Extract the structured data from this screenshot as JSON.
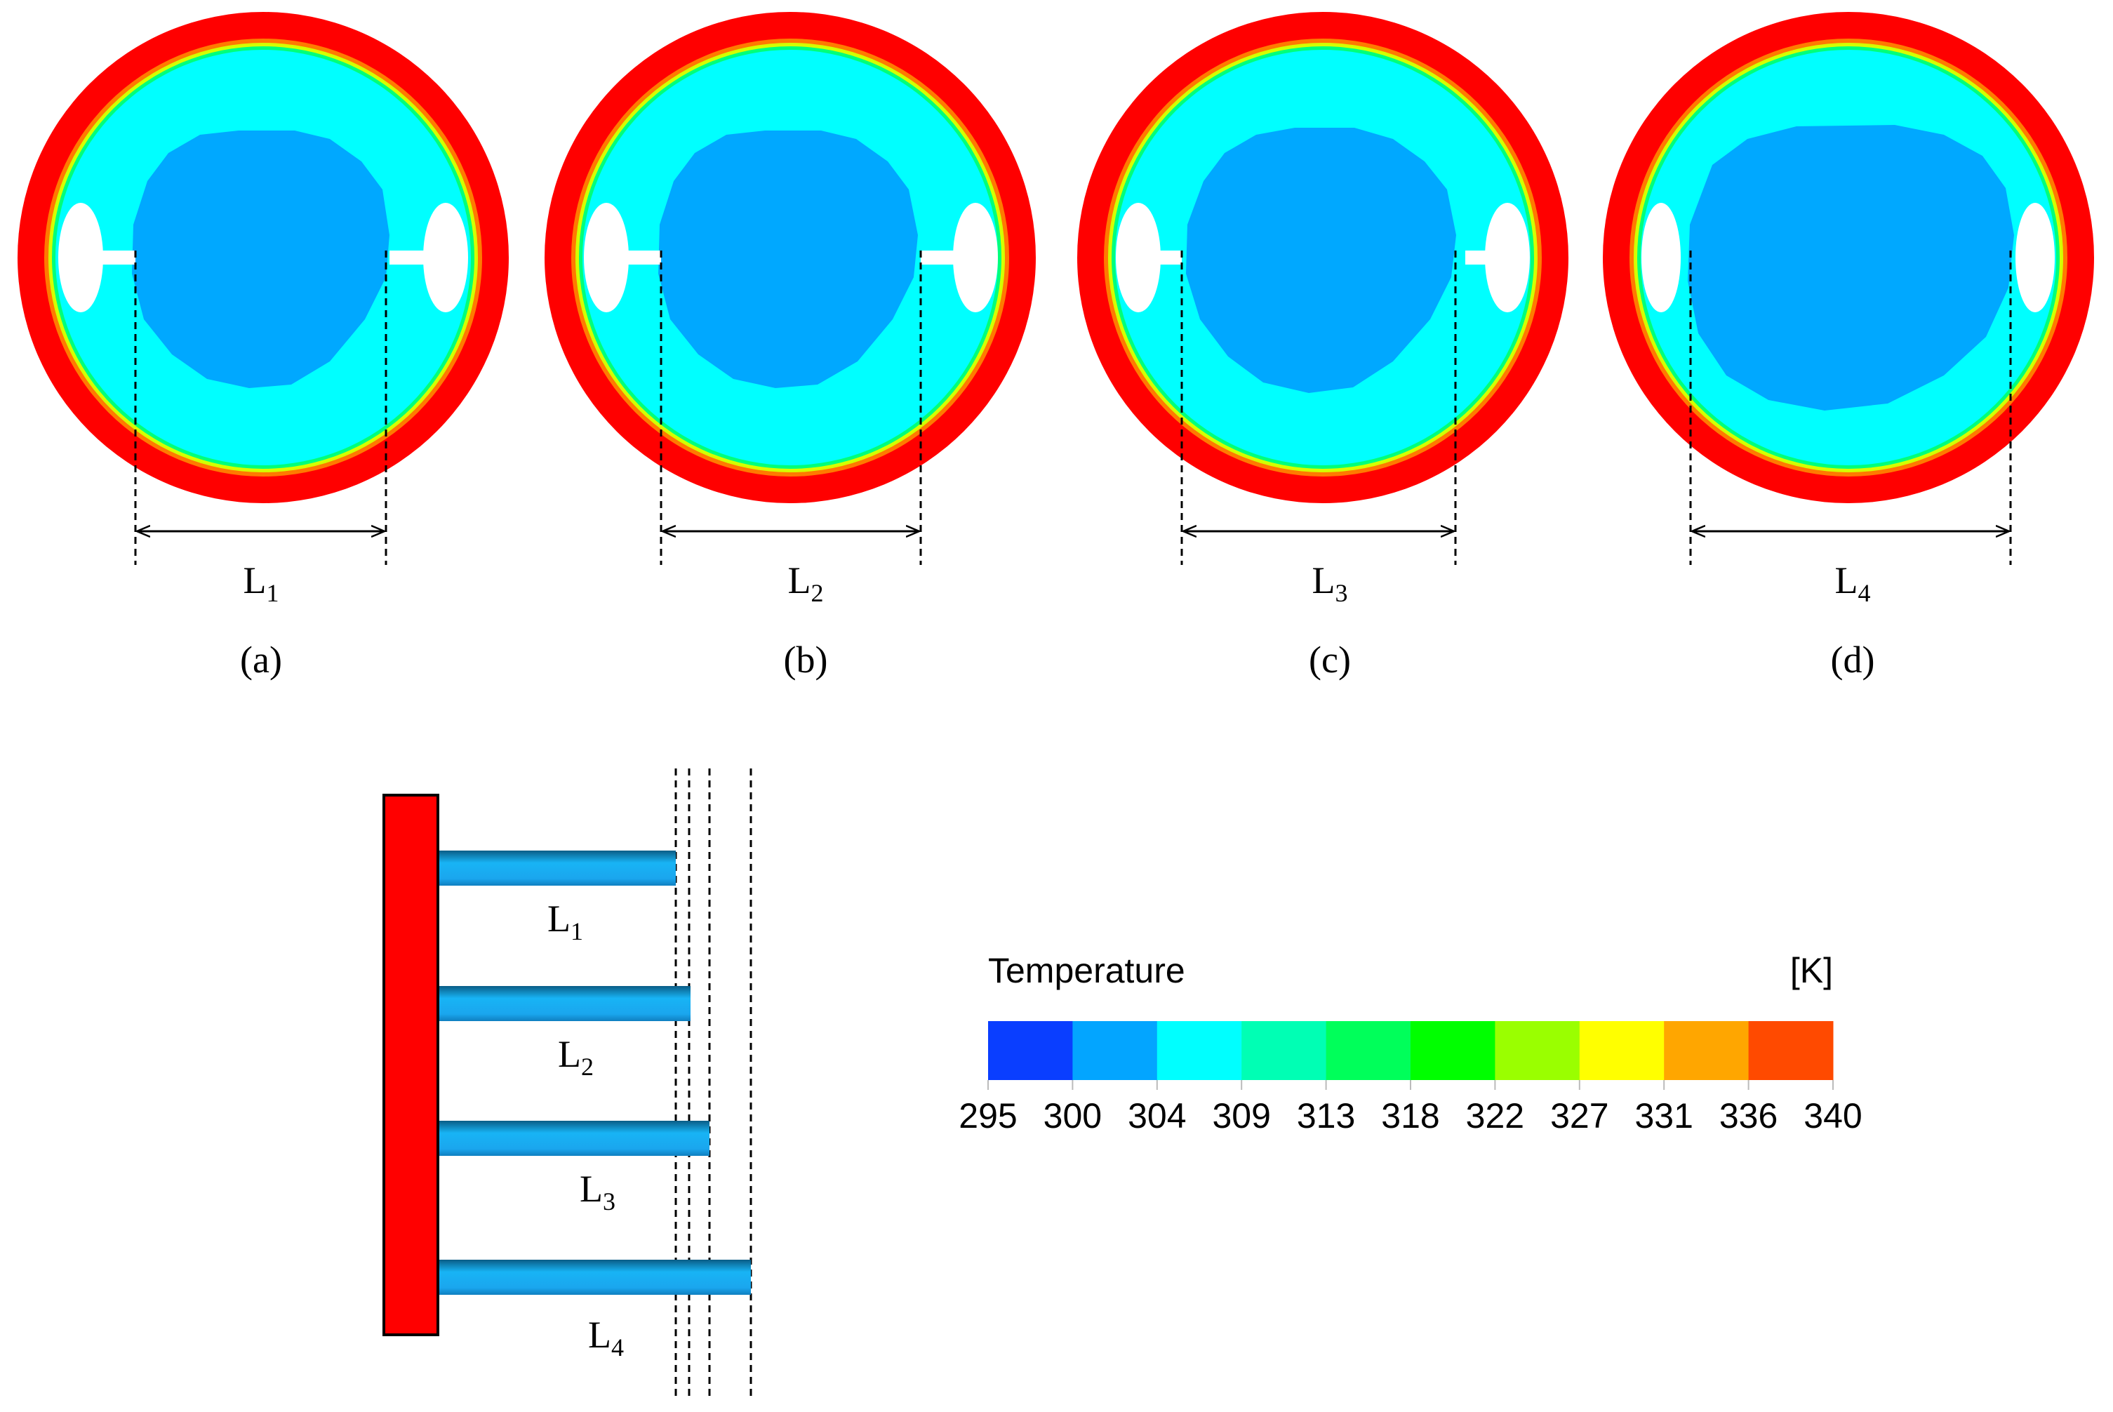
{
  "panels": [
    {
      "label_main": "L",
      "label_sub": "1",
      "caption": "(a)",
      "fin_stubs": true
    },
    {
      "label_main": "L",
      "label_sub": "2",
      "caption": "(b)",
      "fin_stubs": true
    },
    {
      "label_main": "L",
      "label_sub": "3",
      "caption": "(c)",
      "fin_stubs": true
    },
    {
      "label_main": "L",
      "label_sub": "4",
      "caption": "(d)",
      "fin_stubs": false
    }
  ],
  "side_view": {
    "fins": [
      {
        "label_main": "L",
        "label_sub": "1"
      },
      {
        "label_main": "L",
        "label_sub": "2"
      },
      {
        "label_main": "L",
        "label_sub": "3"
      },
      {
        "label_main": "L",
        "label_sub": "4"
      }
    ]
  },
  "legend": {
    "title": "Temperature",
    "unit": "[K]",
    "ticks": [
      "295",
      "300",
      "304",
      "309",
      "313",
      "318",
      "322",
      "327",
      "331",
      "336",
      "340"
    ],
    "colors": [
      "#0a3eff",
      "#03a5ff",
      "#00ffff",
      "#00ffb4",
      "#00ff5a",
      "#00ff00",
      "#9aff00",
      "#ffff00",
      "#ffa600",
      "#ff4a00"
    ]
  },
  "colors": {
    "hot_wall": "#ff0000",
    "cold_core": "#00a8ff",
    "mid_layer": "#00ffff",
    "cavity": "#ffffff",
    "fin": "#14b4ff"
  }
}
